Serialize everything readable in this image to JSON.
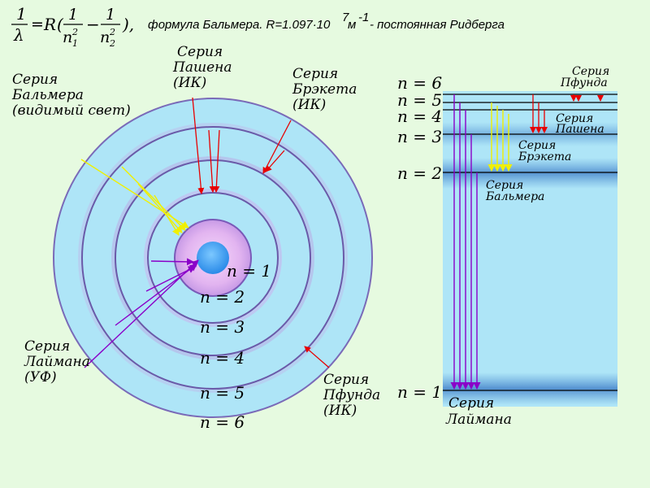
{
  "formula": {
    "lhs_num": "1",
    "lhs_den": "λ",
    "R": "R",
    "open": "(",
    "frac1_num": "1",
    "frac1_den": "n",
    "frac1_sub": "1",
    "frac1_sup": "2",
    "minus": "−",
    "frac2_num": "1",
    "frac2_den": "n",
    "frac2_sub": "2",
    "frac2_sup": "2",
    "close": "),",
    "caption_pre": "формула Бальмера. R=1.097·10",
    "caption_exp": "7",
    "caption_unit": "м",
    "caption_unit_exp": "-1",
    "caption_post": "- постоянная Ридберга"
  },
  "atom": {
    "orbit_labels": [
      "n = 1",
      "n = 2",
      "n = 3",
      "n = 4",
      "n = 5",
      "n = 6"
    ],
    "series": {
      "balmer": [
        "Серия",
        "Бальмера",
        "(видимый свет)"
      ],
      "paschen": [
        "Серия",
        "Пашена",
        "(ИК)"
      ],
      "brackett": [
        "Серия",
        "Брэкета",
        "(ИК)"
      ],
      "lyman": [
        "Серия",
        "Лаймана",
        "(УФ)"
      ],
      "pfund": [
        "Серия",
        "Пфунда",
        "(ИК)"
      ]
    }
  },
  "levels": {
    "labels": [
      "n = 6",
      "n = 5",
      "n = 4",
      "n = 3",
      "n = 2",
      "n = 1"
    ],
    "series": {
      "pfund": [
        "Серия",
        "Пфунда"
      ],
      "paschen": [
        "Серия",
        "Пашена"
      ],
      "brackett": [
        "Серия",
        "Брэкета"
      ],
      "balmer": [
        "Серия",
        "Бальмера"
      ],
      "lyman": [
        "Серия",
        "Лаймана"
      ]
    }
  },
  "colors": {
    "background": "#e6fae0",
    "orbit_fill": "#aee5f7",
    "orbit_ring": "#6a5aa8",
    "nucleus": "#4aaaf0",
    "n1_glow": "#e8b8f0",
    "lyman_arrow": "#8a00c8",
    "balmer_arrow": "#f0f000",
    "paschen_arrow": "#e80000",
    "brackett_arrow": "#e80000",
    "pfund_arrow": "#e80000",
    "level_band": "#4a8fd0"
  }
}
